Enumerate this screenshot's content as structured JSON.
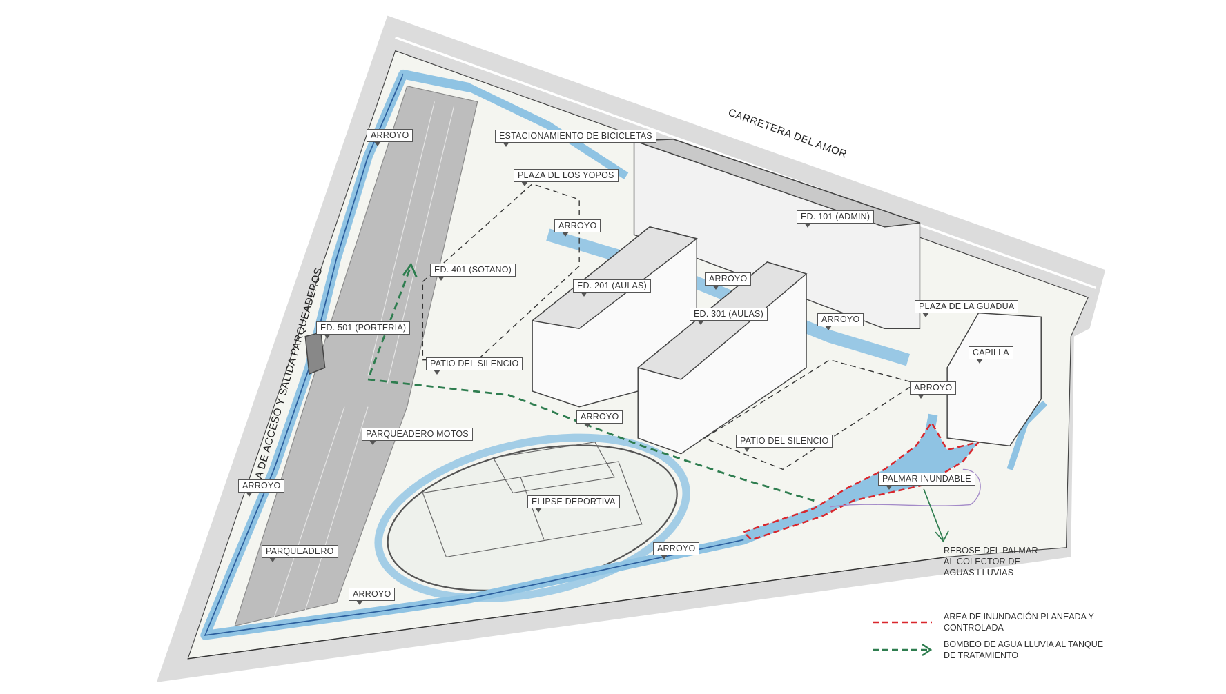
{
  "roads": {
    "north": "CARRETERA DEL AMOR",
    "west": "VIA DE ACCESO Y SALIDA PARQUEADEROS"
  },
  "callouts": {
    "arroyo_nw": "ARROYO",
    "bike_parking": "ESTACIONAMIENTO DE BICICLETAS",
    "plaza_yopos": "PLAZA DE LOS YOPOS",
    "arroyo_yopos": "ARROYO",
    "ed101": "ED. 101 (ADMIN)",
    "ed401": "ED. 401 (SOTANO)",
    "ed201": "ED. 201 (AULAS)",
    "arroyo_center": "ARROYO",
    "plaza_guadua": "PLAZA DE LA GUADUA",
    "ed301": "ED. 301 (AULAS)",
    "arroyo_east": "ARROYO",
    "ed501": "ED. 501 (PORTERIA)",
    "capilla": "CAPILLA",
    "patio_silencio_1": "PATIO DEL SILENCIO",
    "arroyo_capilla": "ARROYO",
    "arroyo_south": "ARROYO",
    "parking_motos": "PARQUEADERO MOTOS",
    "patio_silencio_2": "PATIO DEL SILENCIO",
    "palmar": "PALMAR INUNDABLE",
    "arroyo_west": "ARROYO",
    "elipse": "ELIPSE DEPORTIVA",
    "arroyo_ellipse": "ARROYO",
    "parking": "PARQUEADERO",
    "arroyo_sw": "ARROYO"
  },
  "overflow_note": [
    "REBOSE DEL PALMAR",
    "AL COLECTOR DE",
    "AGUAS LLUVIAS"
  ],
  "legend": [
    {
      "label": "AREA DE INUNDACIÓN PLANEADA Y CONTROLADA",
      "color": "#d9262c",
      "style": "dashed-line"
    },
    {
      "label": "BOMBEO DE AGUA LLUVIA AL TANQUE DE TRATAMIENTO",
      "color": "#2e7d4f",
      "style": "dashed-arrow"
    }
  ],
  "colors": {
    "water": "#8fc3e3",
    "water_dark": "#2a5d9c",
    "road": "#d9d9d9",
    "site": "#f3f4ef"
  }
}
